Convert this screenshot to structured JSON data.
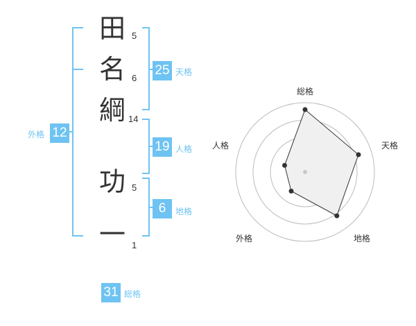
{
  "name": {
    "chars": [
      {
        "char": "田",
        "strokes": "5"
      },
      {
        "char": "名",
        "strokes": "6"
      },
      {
        "char": "綱",
        "strokes": "14"
      },
      {
        "char": "功",
        "strokes": "5"
      },
      {
        "char": "一",
        "strokes": "1"
      }
    ]
  },
  "kaku": {
    "tenkaku": {
      "value": "25",
      "label": "天格"
    },
    "jinkaku": {
      "value": "19",
      "label": "人格"
    },
    "chikaku": {
      "value": "6",
      "label": "地格"
    },
    "gaikaku": {
      "value": "12",
      "label": "外格"
    },
    "soukaku": {
      "value": "31",
      "label": "総格"
    }
  },
  "colors": {
    "accent": "#6ec3f2",
    "text": "#333333",
    "ring": "#bbbbbb",
    "fill": "#f0f0f0"
  },
  "chart_data": {
    "type": "radar",
    "axes": [
      "総格",
      "天格",
      "地格",
      "外格",
      "人格"
    ],
    "values": [
      0.9,
      0.81,
      0.78,
      0.34,
      0.31
    ],
    "rings": 4
  }
}
